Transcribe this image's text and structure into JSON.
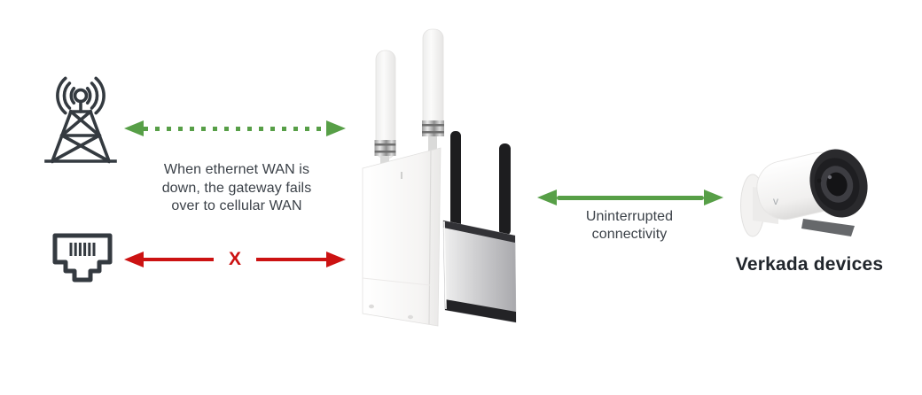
{
  "labels": {
    "failover_note_lines": [
      "When ethernet WAN is",
      "down, the gateway fails",
      "over to cellular WAN"
    ],
    "connectivity_label_lines": [
      "Uninterrupted",
      "connectivity"
    ],
    "devices_caption": "Verkada devices",
    "blocked_marker": "X",
    "camera_logo": "v"
  },
  "icons": {
    "cellular_source": "cell-tower-icon",
    "ethernet_source": "ethernet-port-icon",
    "center_devices": "cellular-gateway-devices-image",
    "right_device": "verkada-bullet-camera-image"
  },
  "colors": {
    "green": "#579f47",
    "red": "#cc1212",
    "ink": "#343a40",
    "text": "#3b4148",
    "caption": "#21262c"
  }
}
